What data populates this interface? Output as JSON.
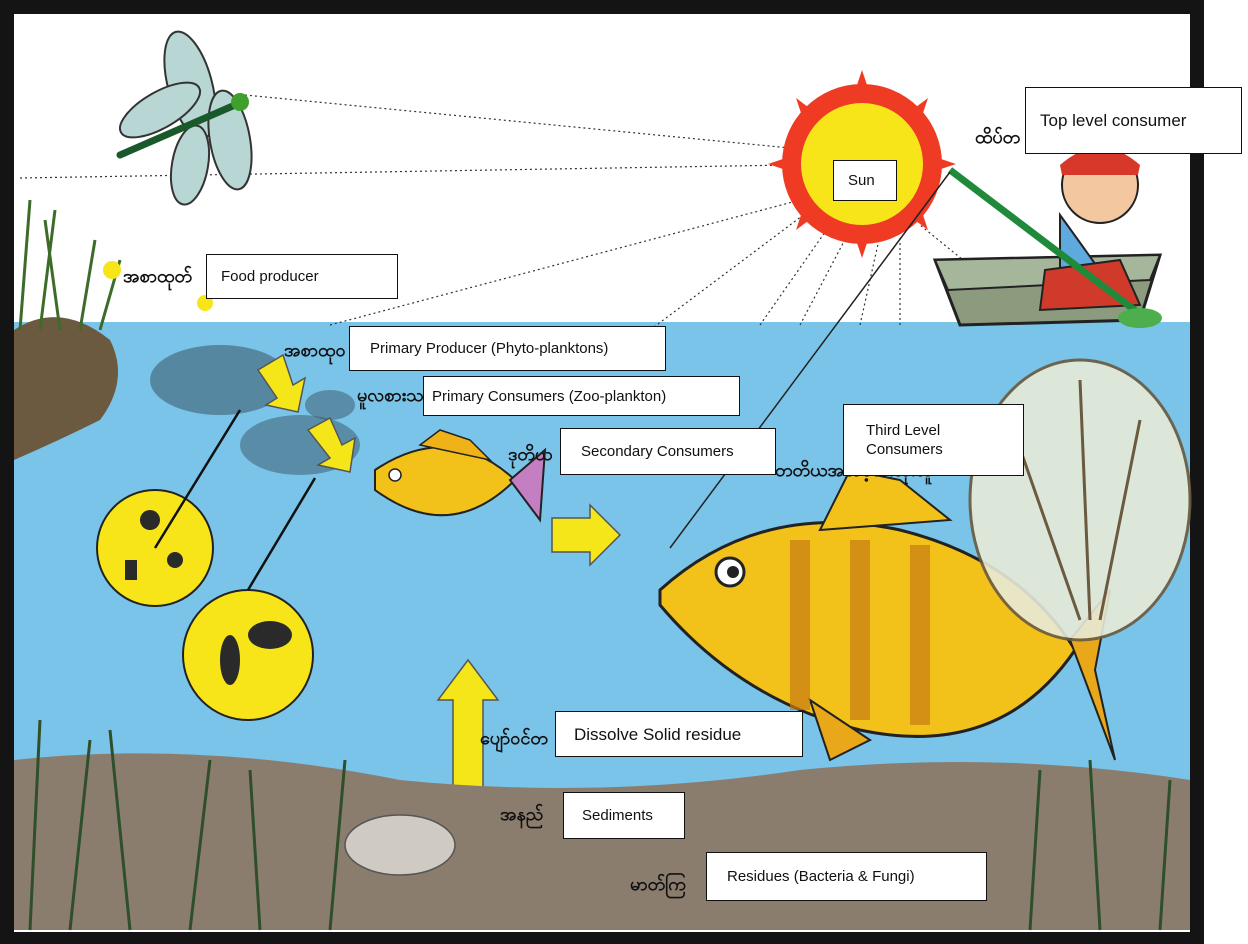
{
  "labels": {
    "top_level_consumer": "Top level consumer",
    "sun": "Sun",
    "food_producer": "Food producer",
    "primary_producer": "Primary Producer (Phyto-planktons)",
    "primary_consumers": "Primary Consumers (Zoo-plankton)",
    "secondary_consumers": "Secondary Consumers",
    "third_level_consumers": "Third Level Consumers",
    "dissolve_solid_residue": "Dissolve Solid residue",
    "sediments": "Sediments",
    "residues": "Residues (Bacteria & Fungi)"
  },
  "myanmar_text": {
    "top": "ထိပ်တ",
    "food_producer": "အစာထုတ်",
    "primary_producer": "အစာထုဝ",
    "primary_consumers": "မူလစားသ",
    "secondary_consumers": "ဒုတိယ",
    "third_level": "တတိယအဆင့်စားသုံးသူ",
    "dissolve": "ပျော်ဝင်တ",
    "sediments": "အနည်",
    "residues": "မာတ်ကြ"
  },
  "colors": {
    "water": "#79c4e8",
    "sun_core": "#f7e51a",
    "sun_rays": "#ef3b24",
    "arrow": "#f5e61a",
    "fish_body": "#f2c21b",
    "mud": "#8b7d6e"
  }
}
